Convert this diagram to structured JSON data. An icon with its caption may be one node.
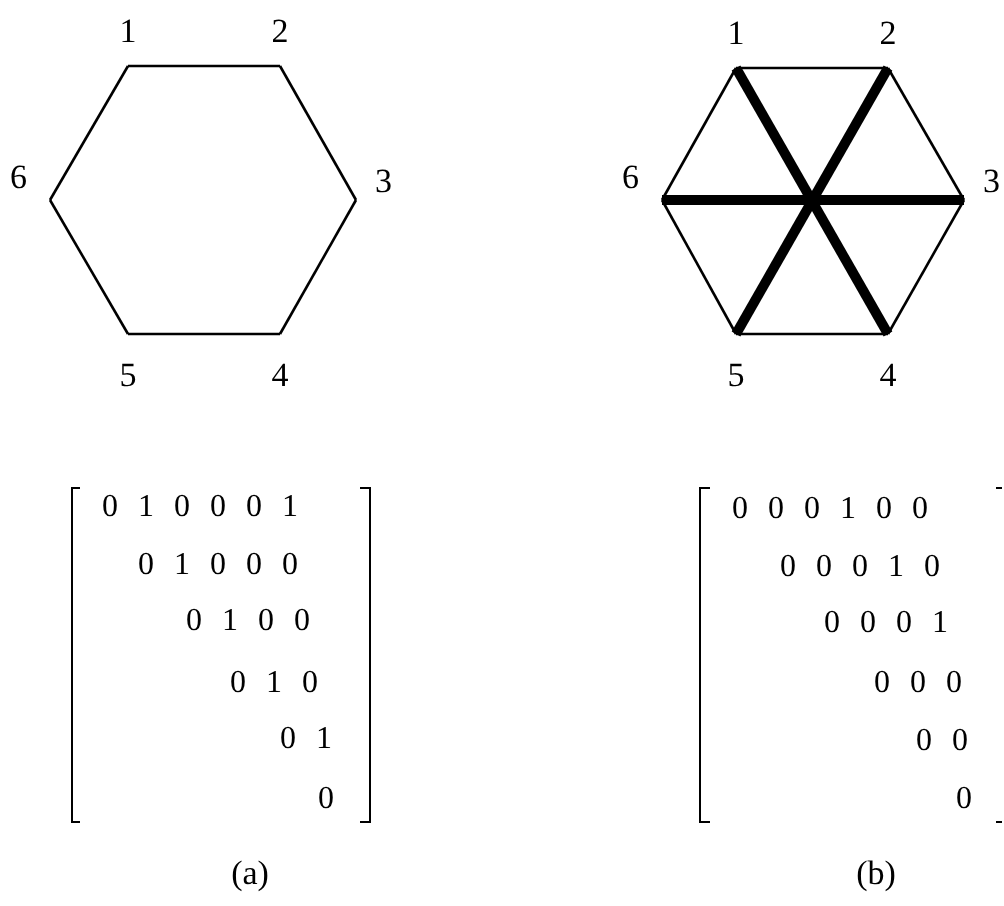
{
  "diagram": {
    "nodes": [
      {
        "text": [
          "1"
        ]
      },
      {
        "text": [
          "2"
        ]
      },
      {
        "text": [
          "3"
        ]
      },
      {
        "text": [
          "4"
        ]
      },
      {
        "text": [
          "5"
        ]
      },
      {
        "text": [
          "6"
        ]
      },
      {
        "text": [
          "1"
        ]
      },
      {
        "text": [
          "2"
        ]
      },
      {
        "text": [
          "3"
        ]
      },
      {
        "text": [
          "4"
        ]
      },
      {
        "text": [
          "5"
        ]
      },
      {
        "text": [
          "6"
        ]
      }
    ],
    "edges": [
      {
        "from": 0,
        "to": 1,
        "arrow": "none"
      },
      {
        "from": 1,
        "to": 2,
        "arrow": "none"
      },
      {
        "from": 2,
        "to": 3,
        "arrow": "none"
      },
      {
        "from": 3,
        "to": 4,
        "arrow": "none"
      },
      {
        "from": 4,
        "to": 5,
        "arrow": "none"
      },
      {
        "from": 5,
        "to": 0,
        "arrow": "none"
      },
      {
        "from": 6,
        "to": 7,
        "arrow": "none"
      },
      {
        "from": 7,
        "to": 8,
        "arrow": "none"
      },
      {
        "from": 8,
        "to": 9,
        "arrow": "none"
      },
      {
        "from": 9,
        "to": 10,
        "arrow": "none"
      },
      {
        "from": 10,
        "to": 11,
        "arrow": "none"
      },
      {
        "from": 11,
        "to": 6,
        "arrow": "none"
      },
      {
        "from": 6,
        "to": 9,
        "arrow": "none",
        "style": "thick"
      },
      {
        "from": 7,
        "to": 10,
        "arrow": "none",
        "style": "thick"
      },
      {
        "from": 8,
        "to": 11,
        "arrow": "none",
        "style": "thick"
      }
    ],
    "labels": [
      "0 1 0 0 0 1",
      "0 1 0 0 0",
      "0 1 0 0",
      "0 1 0",
      "0 1",
      "0",
      "0 0 0 1 0 0",
      "0 0 0 1 0",
      "0 0 0 1",
      "0 0 0",
      "0 0",
      "0",
      "(a)",
      "(b)"
    ]
  }
}
